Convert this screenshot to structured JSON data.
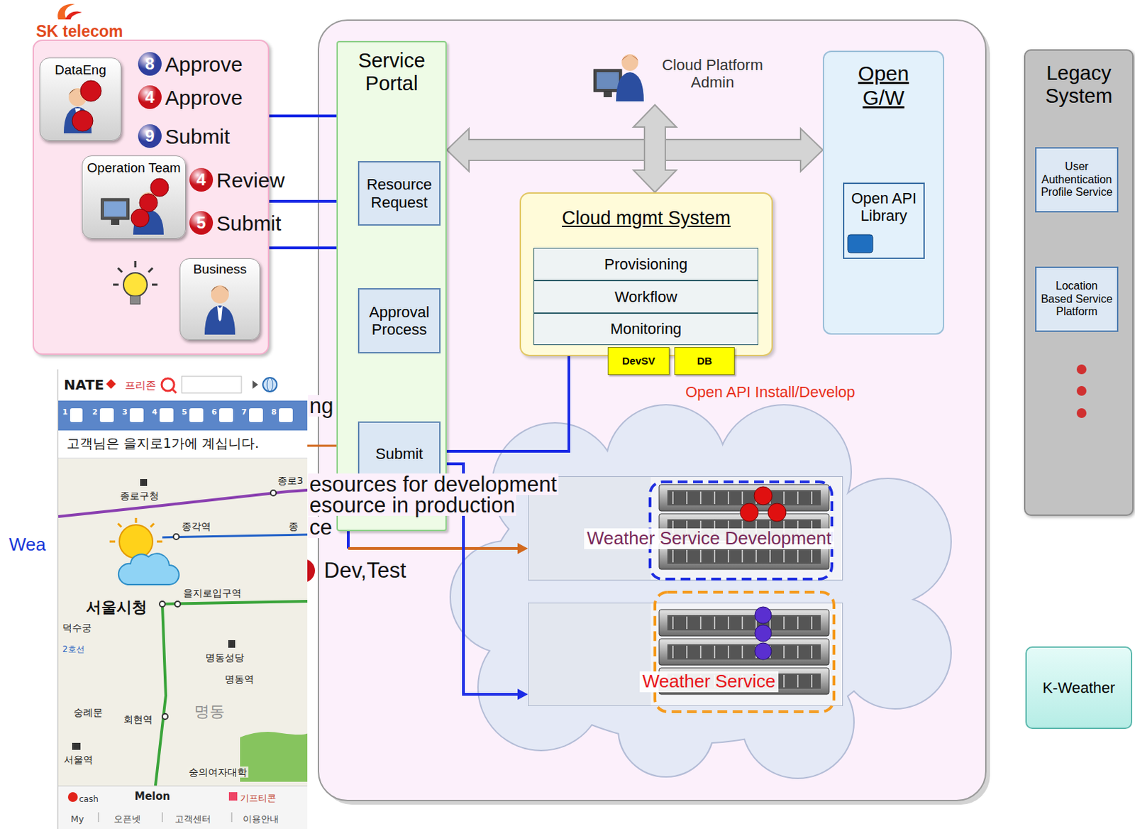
{
  "diagram": {
    "nodes": [
      {
        "text": [
          "SK telecom"
        ]
      },
      {
        "text": [
          "DataEng"
        ],
        "in": 0
      },
      {
        "text": [
          "Operation Team"
        ],
        "in": 0
      },
      {
        "text": [
          "Business"
        ],
        "in": 0
      },
      {
        "text": [
          "Service Portal"
        ]
      },
      {
        "text": [
          "Resource Request"
        ],
        "in": 4
      },
      {
        "text": [
          "Approval Process"
        ],
        "in": 4
      },
      {
        "text": [
          "Submit"
        ],
        "in": 4
      },
      {
        "text": [
          "Cloud Platform Admin"
        ]
      },
      {
        "text": [
          "Cloud mgmt System"
        ]
      },
      {
        "text": [
          "Provisioning"
        ],
        "in": 9
      },
      {
        "text": [
          "Workflow"
        ],
        "in": 9
      },
      {
        "text": [
          "Monitoring"
        ],
        "in": 9
      },
      {
        "text": [
          "DevSV"
        ],
        "in": 9
      },
      {
        "text": [
          "DB"
        ],
        "in": 9
      },
      {
        "text": [
          "Open G/W"
        ]
      },
      {
        "text": [
          "Open API Library"
        ],
        "in": 15
      },
      {
        "text": [
          "Weather Service Development"
        ]
      },
      {
        "text": [
          "Weather Service"
        ]
      },
      {
        "text": [
          "Legacy System"
        ]
      },
      {
        "text": [
          "User Authentication Profile Service"
        ],
        "in": 19
      },
      {
        "text": [
          "Location Based Service Platform"
        ],
        "in": 19
      },
      {
        "text": [
          "K-Weather"
        ]
      }
    ],
    "edges": [
      {
        "from": 1,
        "to": 6,
        "arrow": "to"
      },
      {
        "from": 2,
        "to": 5,
        "arrow": "to"
      },
      {
        "from": 2,
        "to": 17,
        "arrow": "to"
      },
      {
        "from": 7,
        "to": 11,
        "arrow": "to"
      },
      {
        "from": 7,
        "to": 18,
        "arrow": "to"
      },
      {
        "from": 4,
        "to": 15,
        "arrow": "both"
      },
      {
        "from": 8,
        "to": 9,
        "arrow": "both"
      }
    ],
    "labels": [
      "8",
      "Approve",
      "4",
      "Approve",
      "9",
      "Submit",
      "4",
      "Review",
      "5",
      "Submit",
      "Wea",
      "ng",
      "esources for development",
      "esource in production",
      "ce",
      "Dev,Test",
      "Open API Install/Develop",
      "NATE",
      "프리존",
      "1",
      "2",
      "3",
      "4",
      "5",
      "6",
      "7",
      "8",
      "고객님은 을지로1가에 계십니다.",
      "종로구청",
      "종로3",
      "종각역",
      "종",
      "을지로입구역",
      "서울시청",
      "덕수궁",
      "2호선",
      "명동성당",
      "명동역",
      "숭례문",
      "회현역",
      "명동",
      "서울역",
      "숭의여자대학",
      "cash",
      "Melon",
      "기프티콘",
      "My",
      "오픈넷",
      "고객센터",
      "이용안내"
    ]
  }
}
